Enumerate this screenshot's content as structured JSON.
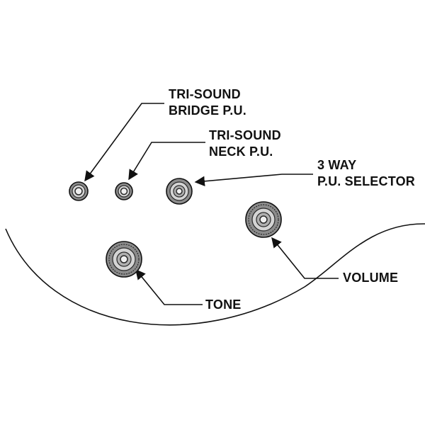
{
  "labels": {
    "bridge": {
      "line1": "TRI-SOUND",
      "line2": "BRIDGE P.U."
    },
    "neck": {
      "line1": "TRI-SOUND",
      "line2": "NECK P.U."
    },
    "selector": {
      "line1": "3 WAY",
      "line2": "P.U. SELECTOR"
    },
    "volume": {
      "text": "VOLUME"
    },
    "tone": {
      "text": "TONE"
    }
  },
  "colors": {
    "line": "#111111",
    "knob_dark": "#2a2a2a",
    "knob_mid": "#8c8c8c",
    "knob_light": "#d4d4d4",
    "knob_face": "#f0f0f0"
  },
  "icons": {
    "bridge_control": "mini-knob-icon",
    "neck_control": "mini-knob-icon",
    "selector_control": "selector-switch-icon",
    "volume_control": "volume-knob-icon",
    "tone_control": "tone-knob-icon"
  }
}
